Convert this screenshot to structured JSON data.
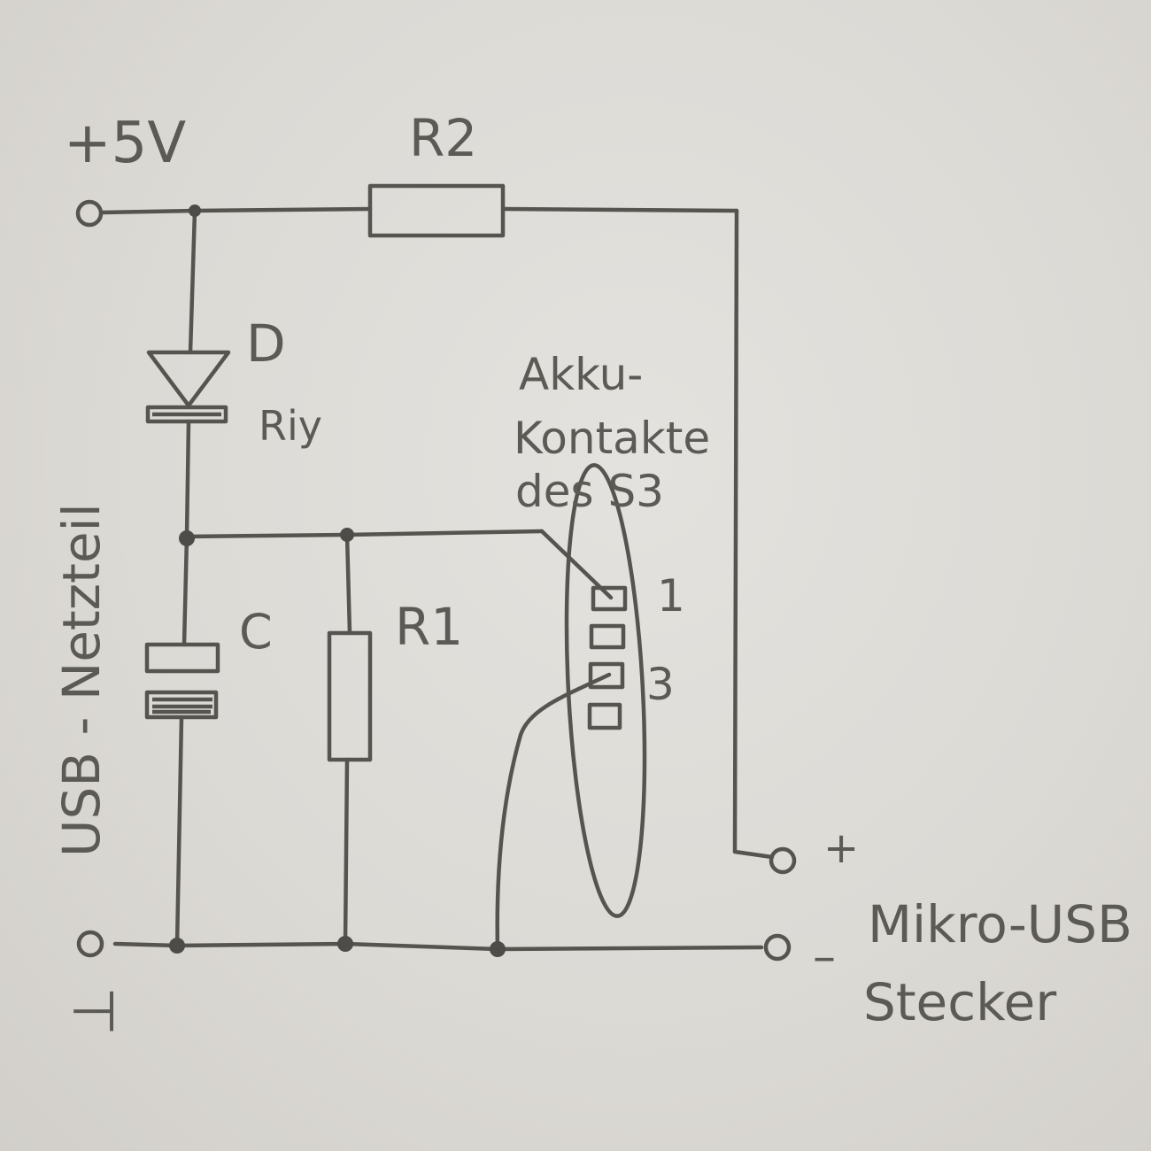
{
  "labels": {
    "supply_voltage": "+5V",
    "ground_symbol": "⊥",
    "power_supply": "USB - Netzteil",
    "resistor_r2": "R2",
    "diode": "D",
    "diode_note": "Riy",
    "capacitor": "C",
    "resistor_r1": "R1",
    "battery_contacts_line1": "Akku-",
    "battery_contacts_line2": "Kontakte",
    "battery_contacts_line3": "des S3",
    "pin_1": "1",
    "pin_3": "3",
    "plus_terminal": "+",
    "minus_terminal": "–",
    "connector_line1": "Mikro-USB",
    "connector_line2": "Stecker"
  }
}
